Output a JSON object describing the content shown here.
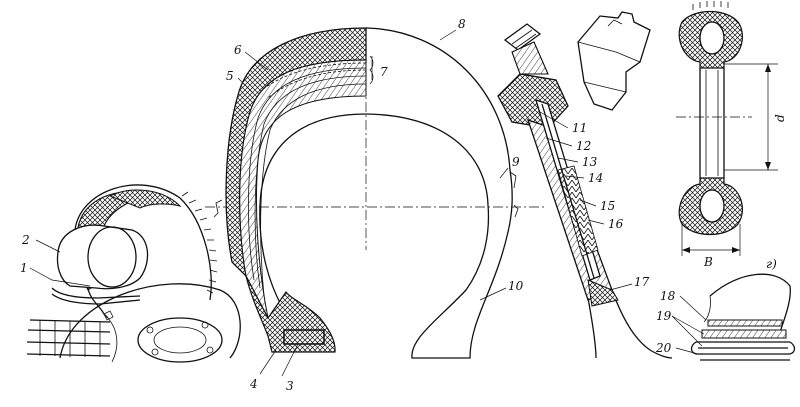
{
  "labels": {
    "l1": "1",
    "l2": "2",
    "l3": "3",
    "l4": "4",
    "l5": "5",
    "l6": "6",
    "l7": "7",
    "l8": "8",
    "l9": "9",
    "l10": "10",
    "l11": "11",
    "l12": "12",
    "l13": "13",
    "l14": "14",
    "l15": "15",
    "l16": "16",
    "l17": "17",
    "l18": "18",
    "l19": "19",
    "l20": "20"
  },
  "dimensions": {
    "d": "d",
    "B": "B"
  },
  "figure_tag": "г)"
}
